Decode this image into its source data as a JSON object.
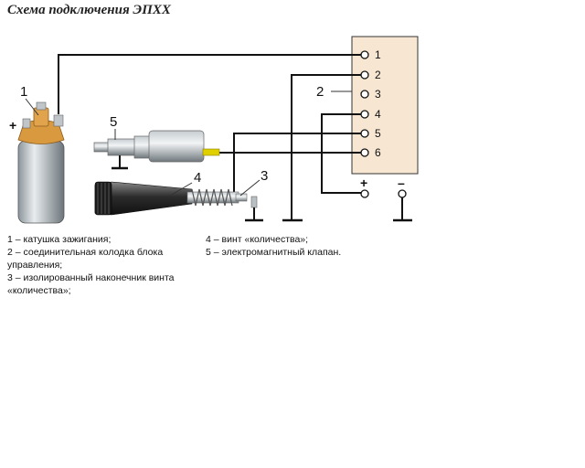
{
  "title": "Схема подключения ЭПХХ",
  "labels": {
    "n1": "1",
    "n2": "2",
    "n3": "3",
    "n4": "4",
    "n5": "5",
    "plus": "+",
    "minus": "–"
  },
  "pins": [
    "1",
    "2",
    "3",
    "4",
    "5",
    "6"
  ],
  "legend": {
    "left": [
      "1 – катушка зажигания;",
      "2 – соединительная колодка блока управления;",
      "3 – изолированный наконечник винта «количества»;"
    ],
    "right": [
      "4 – винт «количества»;",
      "5 – электромагнитный клапан."
    ]
  },
  "colors": {
    "block": "#f7e6d2",
    "coil": "#d99a3f",
    "wire": "#111111",
    "valve_tip": "#e0d000"
  }
}
